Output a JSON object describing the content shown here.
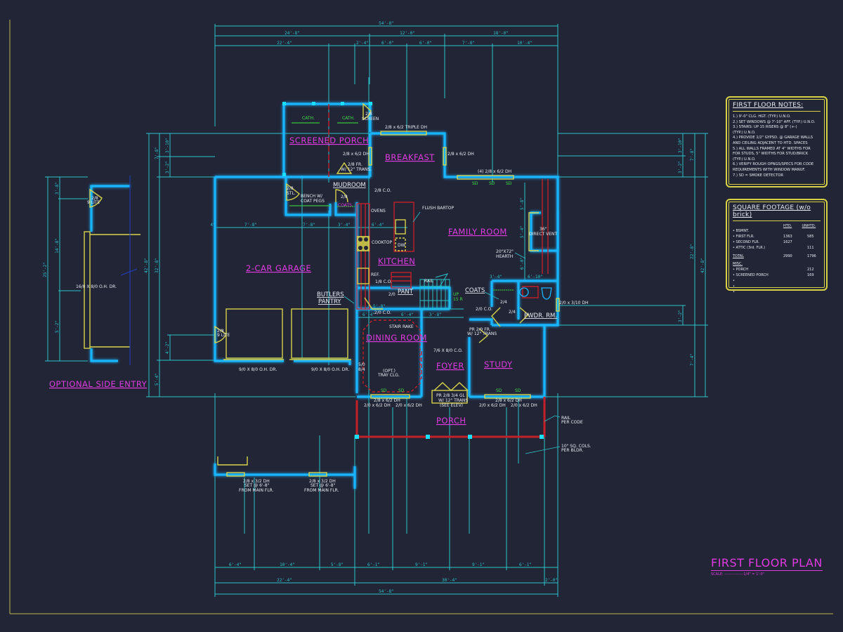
{
  "drawing": {
    "title": "FIRST FLOOR PLAN",
    "scale_label": "SCALE:",
    "scale_value": "---------------1/4\" = 1'-0\"",
    "colors": {
      "background": "#222536",
      "walls": "#19b6ff",
      "dimensions": "#2bc4c9",
      "fixtures": "#d6d34a",
      "rooms": "#e03be0",
      "structure": "#c4202a",
      "smoke": "#35c43a"
    }
  },
  "rooms": {
    "screened_porch": "SCREENED PORCH",
    "breakfast": "BREAKFAST",
    "mudroom": "MUDROOM",
    "family_room": "FAMILY ROOM",
    "kitchen": "KITCHEN",
    "garage": "2-CAR GARAGE",
    "butlers_pantry_1": "BUTLERS",
    "butlers_pantry_2": "PANTRY",
    "pant": "PANT",
    "dining_room": "DINING ROOM",
    "foyer": "FOYER",
    "study": "STUDY",
    "pwdr_rm": "PWDR. RM.",
    "porch": "PORCH",
    "coats_closet": "COATS",
    "optional_side_entry": "OPTIONAL SIDE ENTRY"
  },
  "labels": {
    "cath_1": "CATH.",
    "cath_2": "CATH.",
    "screen_door_1": "2/8",
    "screen_door_2": "SCREEN",
    "triple_dh": "2/8 x 6/2 TRIPLE DH",
    "sp_dh_left": "2/8 x 6/2 DH",
    "bf_dh_right": "2/8 x 6/2 DH",
    "fr_trans_1": "2/8 FR.",
    "fr_trans_2": "W/ 12\" TRANS.",
    "co_28": "2/8  C.O.",
    "stl_1": "2/8",
    "stl_2": "STL.",
    "bench_1": "BENCH W/",
    "bench_2": "COAT PEGS",
    "mud_door": "2/8",
    "coats_small": "COATS",
    "ovens": "OVENS",
    "flush_bartop": "FLUSH BARTOP",
    "cooktop": "COOKTOP",
    "dw": "DW",
    "ref": "REF.",
    "co_18": "1/8  C.O.",
    "pant_door": "2/0",
    "rail": "RAIL",
    "up_1": "UP",
    "up_2": "15 R",
    "quad_dh": "(4) 2/8 x 6/2 DH",
    "vent_1": "36\"",
    "vent_2": "DIRECT VENT",
    "hearth_1": "20\"X72\"",
    "hearth_2": "HEARTH",
    "coats_label": "COATS",
    "door_24a": "2/4",
    "door_24b": "2/4",
    "co_20b": "2/0  C.O.",
    "pwdr_window": "2/0 x 3/10 DH",
    "co_20a": "2/0  C.O.",
    "stair_rake": "STAIR RAKE",
    "pr_fr_1": "PR 2/0 FR.",
    "pr_fr_2": "W/ 12\" TRANS",
    "foyer_co": "7/6 X 8/0 C.O.",
    "d84": "8/4",
    "d50": "5/0",
    "tray_1": "(OPT.)",
    "tray_2": "TRAY CLG.",
    "entry_1": "PR 2/8 3/4 GL",
    "entry_2": "W/ 12\" TRANS",
    "entry_3": "(SEE ELEV)",
    "dr_dh_top": "2/8 x 6/2 DH",
    "dr_dh_l": "2/0 x 6/2 DH",
    "dr_dh_r": "2/0 x 6/2 DH",
    "st_dh_top": "2/8 x 6/2 DH",
    "st_dh_l": "2/0 x 6/2 DH",
    "st_dh_r": "2/0 x 6/2 DH",
    "rail_code_1": "RAIL",
    "rail_code_2": "PER CODE",
    "cols_1": "10\" SQ. COLS.",
    "cols_2": "PER BLDR.",
    "garage_door_1": "9/0 X 8/0 O.H. DR.",
    "garage_door_2": "9/0 X 8/0 O.H. DR.",
    "garage_lite_1": "2/8",
    "garage_lite_2": "9 LITE",
    "side_lite_1": "2/8",
    "side_lite_2": "9 LITE",
    "side_ohdr": "16/0 X 8/0 O.H. DR.",
    "lower_dh1_1": "2/8 x 3/2 DH",
    "lower_dh1_2": "SET @ 6'-8\"",
    "lower_dh1_3": "FROM MAIN FLR.",
    "lower_dh2_1": "2/8 x 3/2 DH",
    "lower_dh2_2": "SET @ 6'-8\"",
    "lower_dh2_3": "FROM MAIN FLR.",
    "sd": "SD"
  },
  "dimensions": {
    "top_overall": "54'-8\"",
    "top_row2": [
      "24'-8\"",
      "12'-0\"",
      "18'-0\""
    ],
    "top_row3": [
      "22'-4\"",
      "2'-4\"",
      "6'-0\"",
      "6'-0\"",
      "7'-8\"",
      "10'-4\""
    ],
    "bottom_row1": [
      "6'-4\"",
      "10'-4\"",
      "5'-8\"",
      "6'-1\"",
      "9'-1\"",
      "9'-1\"",
      "6'-1\""
    ],
    "bottom_row2": [
      "22'-4\"",
      "30'-4\"",
      "2'-0\""
    ],
    "bottom_overall": "54'-8\"",
    "left_overall": "42'-8\"",
    "left_inner": [
      "7'-8\"",
      "32'-8\"",
      "5'-4\""
    ],
    "left_sub": [
      "3'-10\"",
      "3'-2\"",
      "4'-2\""
    ],
    "right_overall": "42'-8\"",
    "right_inner": [
      "7'-8\"",
      "22'-8\"",
      "7'-4\""
    ],
    "right_sub": [
      "3'-10\"",
      "3'-2\"",
      "3'-2\""
    ],
    "garage_inner": [
      "4\"",
      "7'-8\"",
      "7'-8\"",
      "3'-4\"",
      "6'-4\""
    ],
    "side_entry": [
      "3'-8\"",
      "14'-8\"",
      "5'-2\"",
      "25'-2\""
    ],
    "interior": [
      "3'-4\"",
      "6'-10\"",
      "6'-4\"",
      "6'-4\"",
      "3'-8\"",
      "5'-8\"",
      "5'-4\"",
      "6'-0\""
    ]
  },
  "notes_panel": {
    "title": "FIRST FLOOR NOTES:",
    "items": [
      "1.) 9'-0\" CLG. HGT. (TYP.) U.N.O.",
      "2.) SET WINDOWS @ 7'-10\" AFF. (TYP.) U.N.O.",
      "3.) STAIRS: UP 15 RISERS @ 8\" (+-)",
      "     (TYP.) U.N.O.",
      "4.) PROVIDE 1/2\" GYPSD. @ GARAGE WALLS",
      "     AND CEILING ADJACENT TO HTD. SPACES",
      "5.) ALL WALLS FRAMED AT 4\" WIDTHS FOR",
      "     FOR STUDS, 5\" WIDTHS FOR STUD/BRICK",
      "     (TYP.) U.N.O.",
      "6.) VERIFY ROUGH OPNGS/SPECS FOR CODE",
      "     REQUIREMENTS WITH WINDOW MANUF.",
      "7.) SD = SMOKE DETECTOR"
    ]
  },
  "sqft_panel": {
    "title": "SQUARE FOOTAGE (w/o brick)",
    "headers": [
      "HTD.",
      "UNHTD."
    ],
    "rows": [
      {
        "label": "• BSMNT.",
        "htd": "",
        "unhtd": ""
      },
      {
        "label": "• FIRST FLR.",
        "htd": "1363",
        "unhtd": "585"
      },
      {
        "label": "• SECOND FLR.",
        "htd": "1627",
        "unhtd": ""
      },
      {
        "label": "• ATTIC (3rd. FLR.)",
        "htd": "",
        "unhtd": "111"
      },
      {
        "label": "TOTAL",
        "htd": "2990",
        "unhtd": "1796"
      }
    ],
    "misc_title": "MISC.",
    "misc_rows": [
      {
        "label": "• PORCH",
        "htd": "",
        "unhtd": "212"
      },
      {
        "label": "• SCREENED PORCH",
        "htd": "",
        "unhtd": "169"
      },
      {
        "label": "•",
        "htd": "",
        "unhtd": ""
      },
      {
        "label": "•",
        "htd": "",
        "unhtd": ""
      },
      {
        "label": "•",
        "htd": "",
        "unhtd": ""
      }
    ]
  }
}
